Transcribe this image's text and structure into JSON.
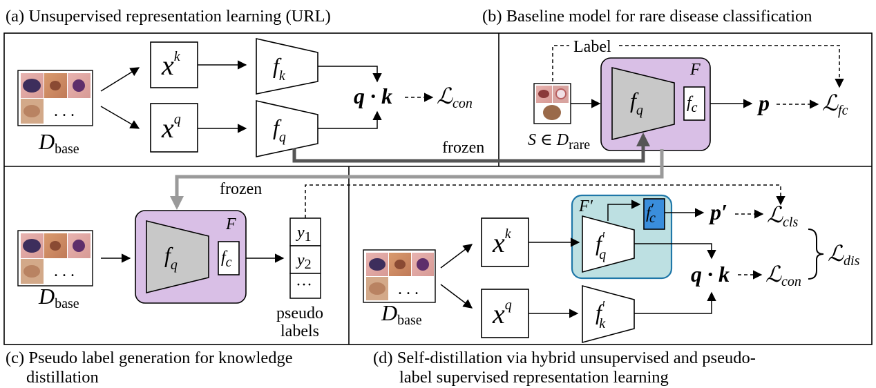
{
  "captions": {
    "a": "(a) Unsupervised representation learning (URL)",
    "b": "(b) Baseline model for rare disease classification",
    "c_line1": "(c) Pseudo label generation for knowledge",
    "c_line2": "distillation",
    "d_line1": "(d) Self-distillation via hybrid unsupervised and pseudo-",
    "d_line2": "label supervised representation learning"
  },
  "labels": {
    "d_base": "D",
    "d_base_sub": "base",
    "s_set": "S ∈ D",
    "s_set_sub": "rare",
    "ellipsis": ". . .",
    "xk_base": "x",
    "xk_sup": "k",
    "xq_sup": "q",
    "f": "f",
    "sub_k": "k",
    "sub_q": "q",
    "sub_c": "c",
    "prime": "′",
    "F": "F",
    "F_prime": "F′",
    "qk": "q · k",
    "L": "ℒ",
    "con": "con",
    "fc": "fc",
    "cls": "cls",
    "dis": "dis",
    "p": "p",
    "p_prime": "p′",
    "frozen": "frozen",
    "label": "Label",
    "y1": "y",
    "y1_sub": "1",
    "y2": "y",
    "y2_sub": "2",
    "y_more": "···",
    "pseudo": "pseudo",
    "labels_word": "labels"
  },
  "colors": {
    "purple_fill": "#d9bfe6",
    "teal_fill": "#bde0e2",
    "teal_stroke": "#1f77a8",
    "blue_fill": "#3a8edc",
    "gray_fill": "#c8c8c8",
    "frozen_arrow": "#555555",
    "frozen_arrow_light": "#9a9a9a"
  }
}
